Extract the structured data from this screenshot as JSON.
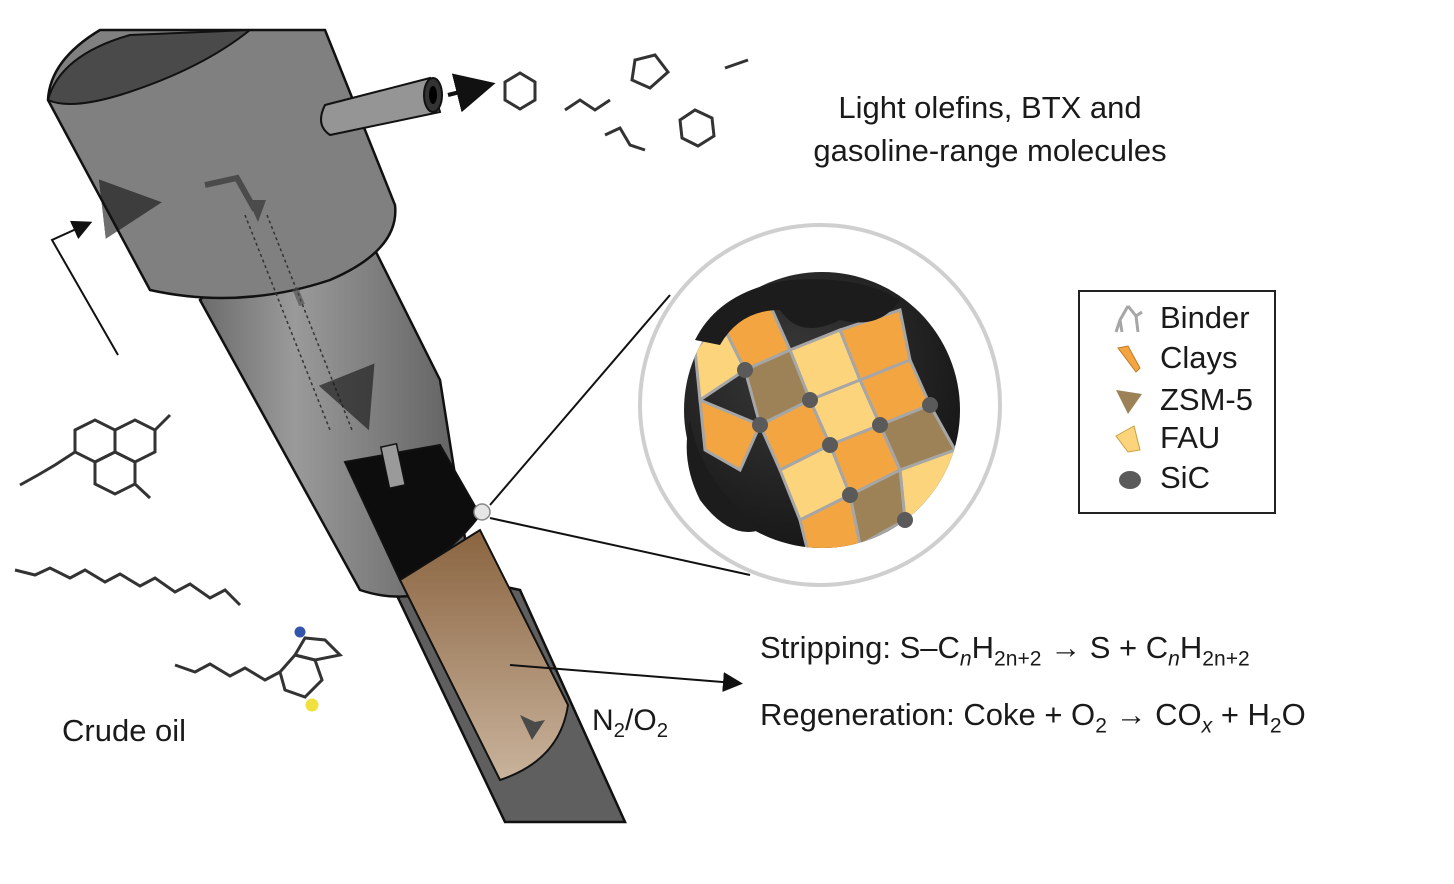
{
  "figure": {
    "products_label": [
      "Light olefins, BTX and",
      "gasoline-range molecules"
    ],
    "feed_label": "Crude oil",
    "gas_label": {
      "text": "N",
      "sub1": "2",
      "mid": "/O",
      "sub2": "2"
    },
    "equations": {
      "stripping": {
        "prefix": "Stripping: S–C",
        "n1": "n",
        "h": "H",
        "sub1": "2n+2",
        "arrow": " → S + C",
        "n2": "n",
        "h2": "H",
        "sub2": "2n+2"
      },
      "regeneration": {
        "prefix": "Regeneration: Coke + O",
        "o_sub": "2",
        "mid": " → CO",
        "x_sub": "x",
        "plus": " + H",
        "h_sub": "2",
        "suffix": "O"
      }
    },
    "legend": [
      {
        "label": "Binder",
        "icon": "binder-branch-icon",
        "color": "#a6a6a6"
      },
      {
        "label": "Clays",
        "icon": "clay-shape-icon",
        "color": "#f2a541"
      },
      {
        "label": "ZSM-5",
        "icon": "zsm5-shape-icon",
        "color": "#9c8256"
      },
      {
        "label": "FAU",
        "icon": "fau-shape-icon",
        "color": "#fcd47c"
      },
      {
        "label": "SiC",
        "icon": "sic-dot-icon",
        "color": "#5a5a5a"
      }
    ],
    "colors": {
      "reactor_body": "#7f7f7f",
      "reactor_dark": "#4a4a4a",
      "catalyst_bed": "#a07d5a",
      "coke": "#1f1f1f",
      "clays": "#f2a541",
      "zsm5": "#9c8256",
      "fau": "#fcd47c",
      "binder": "#a6a6a6"
    }
  }
}
